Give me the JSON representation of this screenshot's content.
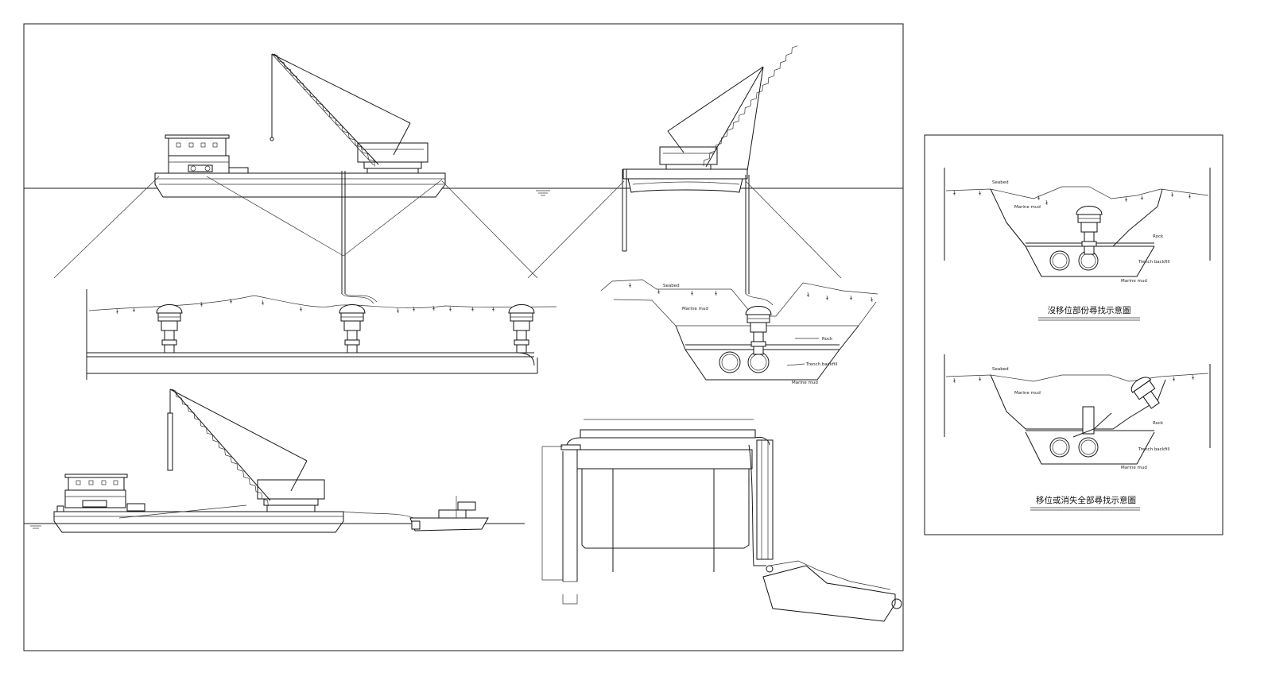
{
  "labels": {
    "seabed": "Seabed",
    "marine_mud": "Marine mud",
    "rock": "Rock",
    "trench_backfill": "Trench backfill"
  },
  "captions": {
    "panel_top": "沒移位部份尋找示意圖",
    "panel_bottom": "移位或消失全部尋找示意圖"
  }
}
